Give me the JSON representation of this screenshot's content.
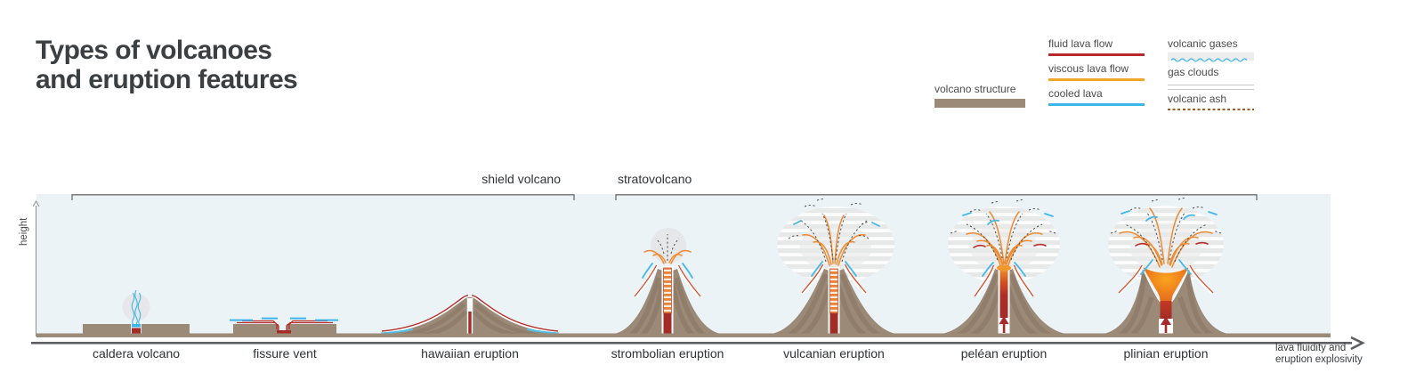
{
  "title": {
    "line1": "Types of volcanoes",
    "line2": "and eruption features"
  },
  "legend": {
    "structure": {
      "label": "volcano structure",
      "color": "#9c8a79"
    },
    "lines": [
      {
        "label": "fluid lava flow",
        "color": "#b5282d"
      },
      {
        "label": "viscous lava flow",
        "color": "#f0a62c"
      },
      {
        "label": "cooled lava",
        "color": "#3eb5e8"
      }
    ],
    "atmo": [
      {
        "label": "volcanic gases",
        "color": "#3eb5e8"
      },
      {
        "label": "gas clouds",
        "color": "#c8c9c9"
      },
      {
        "label": "volcanic ash",
        "color": "#9a5e26"
      }
    ]
  },
  "axes": {
    "y_label": "height",
    "x_label_line1": "lava fluidity and",
    "x_label_line2": "eruption explosivity"
  },
  "groups": [
    {
      "label": "shield volcano"
    },
    {
      "label": "stratovolcano"
    }
  ],
  "volcanoes": [
    {
      "label": "caldera volcano"
    },
    {
      "label": "fissure vent"
    },
    {
      "label": "hawaiian eruption"
    },
    {
      "label": "strombolian eruption"
    },
    {
      "label": "vulcanian eruption"
    },
    {
      "label": "peléan eruption"
    },
    {
      "label": "plinian eruption"
    }
  ],
  "colors": {
    "sky": "#ecf3f7",
    "structure_brown": "#9c8a79",
    "structure_band": "#867363",
    "fluid_lava": "#b5282d",
    "viscous_lava": "#f0a62c",
    "cooled_lava": "#3eb5e8",
    "gas_cloud": "#e7e8e8",
    "ash": "#4e4e4e",
    "axis": "#5d5f62",
    "magma_dark": "#a32c28"
  }
}
